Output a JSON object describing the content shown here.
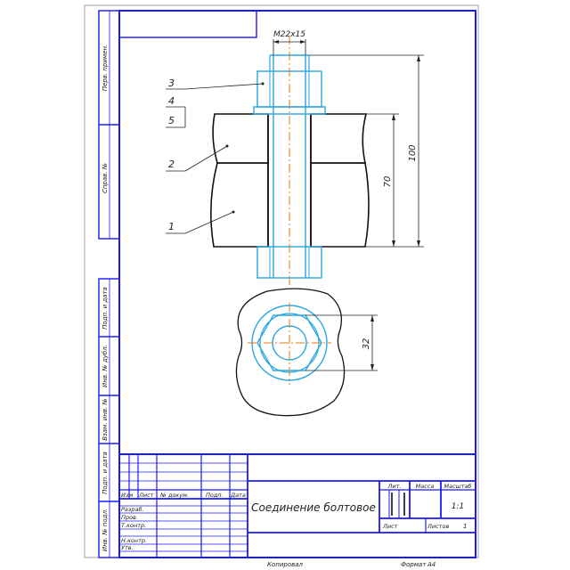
{
  "drawing": {
    "thread_label": "M22x15",
    "dim_100": "100",
    "dim_70": "70",
    "dim_32": "32",
    "leaders": [
      "3",
      "4",
      "5",
      "2",
      "1"
    ]
  },
  "side_stamp": {
    "perv_primen": "Перв. примен.",
    "sprav": "Справ. №",
    "podp_data_1": "Подп. и дата",
    "inv_dubl": "Инв. № дубл.",
    "vzam_inv": "Взам. инв. №",
    "podp_data_2": "Подп. и дата",
    "inv_podl": "Инв. № подл."
  },
  "title_block": {
    "headers": [
      "Изм",
      "Лист",
      "№ докум.",
      "Подп.",
      "Дата"
    ],
    "roles": [
      "Разраб.",
      "Пров.",
      "Т.контр.",
      "",
      "Н.контр.",
      "Утв."
    ],
    "title": "Соединение болтовое",
    "lit_label": "Лит.",
    "mass_label": "Масса",
    "scale_label": "Масштаб",
    "scale_value": "1:1",
    "sheet_label": "Лист",
    "sheets_label": "Листов",
    "sheets_value": "1"
  },
  "footer": {
    "copied": "Копировал",
    "format_label": "Формат",
    "format_value": "А4"
  }
}
